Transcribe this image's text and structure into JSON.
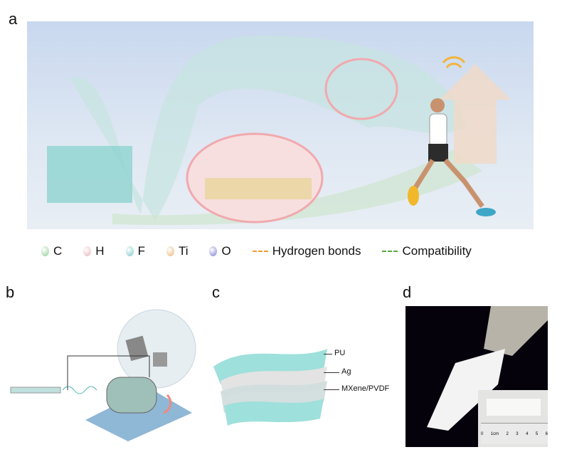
{
  "panels": {
    "a": "a",
    "b": "b",
    "c": "c",
    "d": "d"
  },
  "legend": [
    {
      "label": "C",
      "color": "#8fcf95",
      "kind": "atom"
    },
    {
      "label": "H",
      "color": "#eab3b8",
      "kind": "atom"
    },
    {
      "label": "F",
      "color": "#7cc8c5",
      "kind": "atom"
    },
    {
      "label": "Ti",
      "color": "#e8b777",
      "kind": "atom"
    },
    {
      "label": "O",
      "color": "#7d7fd6",
      "kind": "atom"
    },
    {
      "label": "Hydrogen bonds",
      "color": "#f39a2c",
      "kind": "dash"
    },
    {
      "label": "Compatibility",
      "color": "#59a83a",
      "kind": "dash"
    }
  ],
  "panel_c_labels": {
    "pu": "PU",
    "ag": "Ag",
    "mxene": "MXene/PVDF"
  },
  "ruler": {
    "ticks": [
      "0",
      "1cm",
      "2",
      "3",
      "4",
      "5",
      "6"
    ]
  }
}
